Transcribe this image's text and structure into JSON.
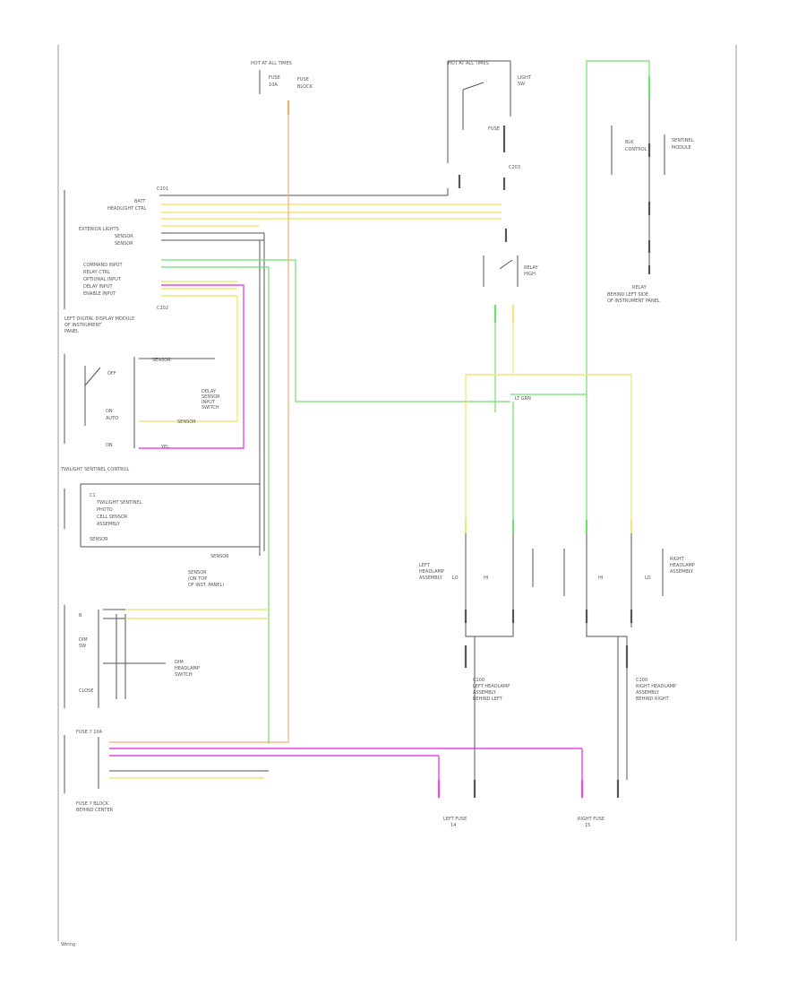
{
  "colors": {
    "black": "#555555",
    "green": "#6ee06e",
    "yellow": "#f2e67a",
    "pink": "#ee44ee",
    "orange": "#f0b070"
  },
  "labels": {
    "fuse_top_left": "HOT AT ALL TIMES",
    "fuse_top_center": "HOT AT ALL TIMES",
    "left_module_caption": "LEFT DIGITAL DISPLAY MODULE",
    "digital_control": "TWILIGHT SENTINEL CONTROL",
    "relay_left": "LEFT",
    "relay_right": "RIGHT",
    "ground_left": "LEFT FUSE",
    "ground_right": "RIGHT FUSE",
    "connector_left": "C201",
    "connector_right": "C202",
    "page_mark": "Wiring"
  },
  "icons": {
    "switch": "switch-icon",
    "relay": "relay-icon",
    "ground": "ground-icon"
  }
}
